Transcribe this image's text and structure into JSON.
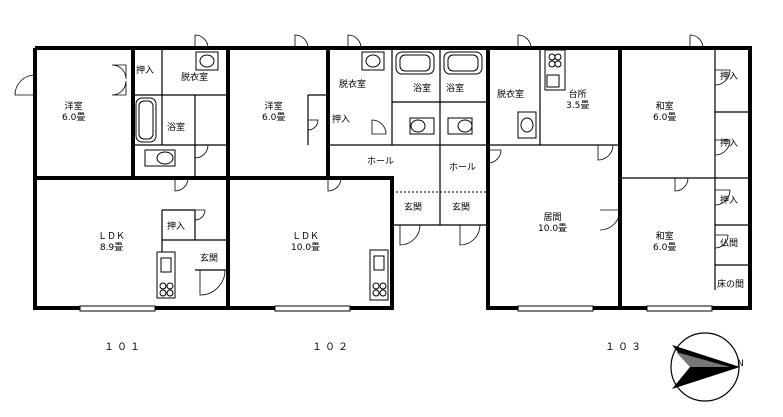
{
  "units": {
    "u101": {
      "number": "１０１",
      "western_room": {
        "name": "洋室",
        "size": "6.0畳"
      },
      "closet_top": "押入",
      "dressing": "脱衣室",
      "bath": "浴室",
      "ldk": {
        "name": "ＬＤＫ",
        "size": "8.9畳"
      },
      "closet_mid": "押入",
      "entrance": "玄関"
    },
    "u102": {
      "number": "１０２",
      "western_room": {
        "name": "洋室",
        "size": "6.0畳"
      },
      "closet": "押入",
      "dressing": "脱衣室",
      "bath": "浴室",
      "hall": "ホール",
      "entrance": "玄関",
      "ldk": {
        "name": "ＬＤＫ",
        "size": "10.0畳"
      }
    },
    "u103": {
      "number": "１０３",
      "bath": "浴室",
      "hall": "ホール",
      "entrance": "玄関",
      "dressing": "脱衣室",
      "kitchen": {
        "name": "台所",
        "size": "3.5畳"
      },
      "living": {
        "name": "居間",
        "size": "10.0畳"
      },
      "washitsu_top": {
        "name": "和室",
        "size": "6.0畳"
      },
      "washitsu_bottom": {
        "name": "和室",
        "size": "6.0畳"
      },
      "closet_1": "押入",
      "closet_2": "押入",
      "closet_3": "押入",
      "butsuma": "仏間",
      "tokonoma": "床の間"
    }
  },
  "compass_icon": "north-arrow-icon"
}
